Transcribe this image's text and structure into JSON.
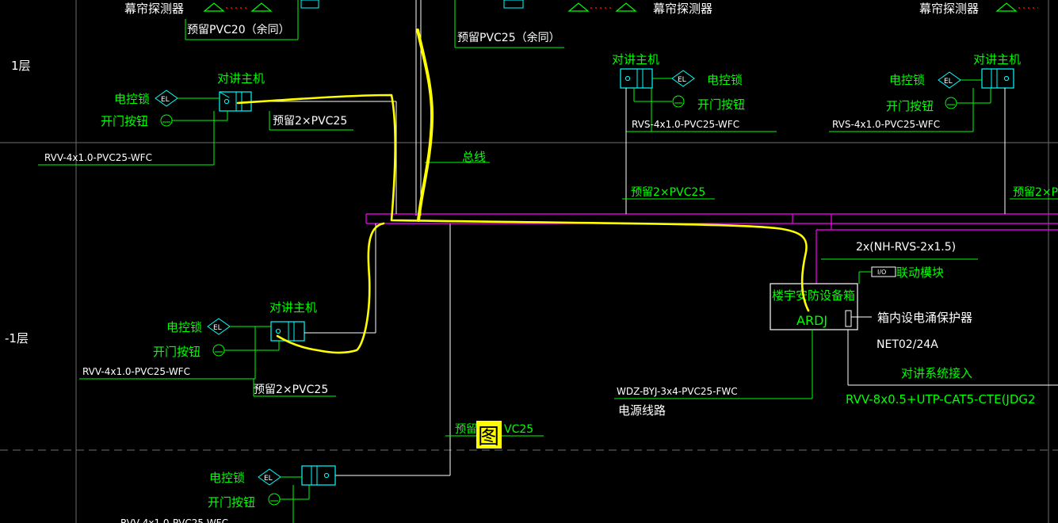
{
  "floors": {
    "level_1": "1层",
    "level_b1": "-1层"
  },
  "labels": {
    "curtain_detector_a": "幕帘探测器",
    "curtain_detector_b": "幕帘探测器",
    "curtain_detector_c": "幕帘探测器",
    "reserve_pvc20": "预留PVC20（余同）",
    "reserve_pvc25_same": "预留PVC25（余同）",
    "intercom_host": "对讲主机",
    "elec_lock": "电控锁",
    "door_button": "开门按钮",
    "el": "EL",
    "reserve_2pvc25": "预留2×PVC25",
    "reserve_pvc25": "预留2×PVC25",
    "rvv_cable": "RVV-4x1.0-PVC25-WFC",
    "rvs_cable": "RVS-4x1.0-PVC25-WFC",
    "bus": "总线",
    "nh_rvs": "2x(NH-RVS-2x1.5)",
    "io": "I/O",
    "linkage_module": "联动模块",
    "box_title": "楼宇安防设备箱",
    "box_code": "ARDJ",
    "surge": "箱内设电涌保护器",
    "net": "NET02/24A",
    "intercom_access": "对讲系统接入",
    "rvv_utp": "RVV-8x0.5+UTP-CAT5-CTE(JDG2",
    "wdz": "WDZ-BYJ-3x4-PVC25-FWC",
    "power_line": "电源线路",
    "reserve_bottom": "预留",
    "reserve_bottom_tail": "VC25",
    "figure_mark": "图"
  },
  "colors": {
    "green": "#00ff00",
    "cyan": "#00ffff",
    "white": "#ffffff",
    "magenta": "#ff00ff",
    "yellow": "#ffff00",
    "red": "#ff0000"
  }
}
